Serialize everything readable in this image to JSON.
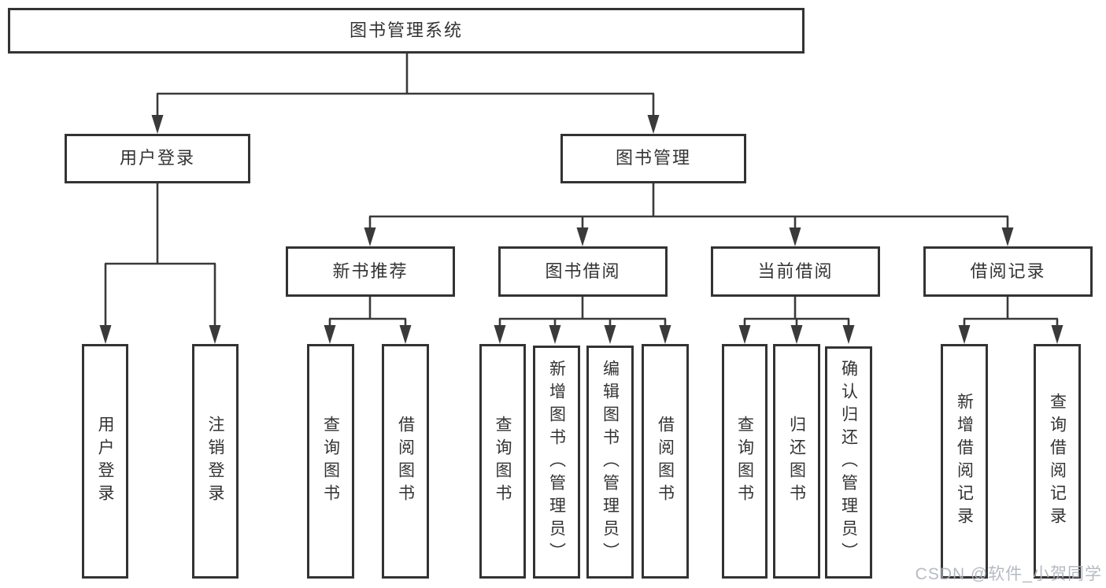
{
  "tree": {
    "label": "图书管理系统",
    "children": [
      {
        "label": "用户登录",
        "children": [
          {
            "label": "用户登录"
          },
          {
            "label": "注销登录"
          }
        ]
      },
      {
        "label": "图书管理",
        "children": [
          {
            "label": "新书推荐",
            "children": [
              {
                "label": "查询图书"
              },
              {
                "label": "借阅图书"
              }
            ]
          },
          {
            "label": "图书借阅",
            "children": [
              {
                "label": "查询图书"
              },
              {
                "label": "新增图书（管理员）"
              },
              {
                "label": "编辑图书（管理员）"
              },
              {
                "label": "借阅图书"
              }
            ]
          },
          {
            "label": "当前借阅",
            "children": [
              {
                "label": "查询图书"
              },
              {
                "label": "归还图书"
              },
              {
                "label": "确认归还（管理员）"
              }
            ]
          },
          {
            "label": "借阅记录",
            "children": [
              {
                "label": "新增借阅记录"
              },
              {
                "label": "查询借阅记录"
              }
            ]
          }
        ]
      }
    ]
  },
  "watermark": {
    "text": "CSDN @软件_小贺同学"
  },
  "colors": {
    "line": "#3a3a3a",
    "box_border": "#333333",
    "text": "#333333",
    "watermark": "#aeb3bd",
    "background": "#ffffff"
  }
}
